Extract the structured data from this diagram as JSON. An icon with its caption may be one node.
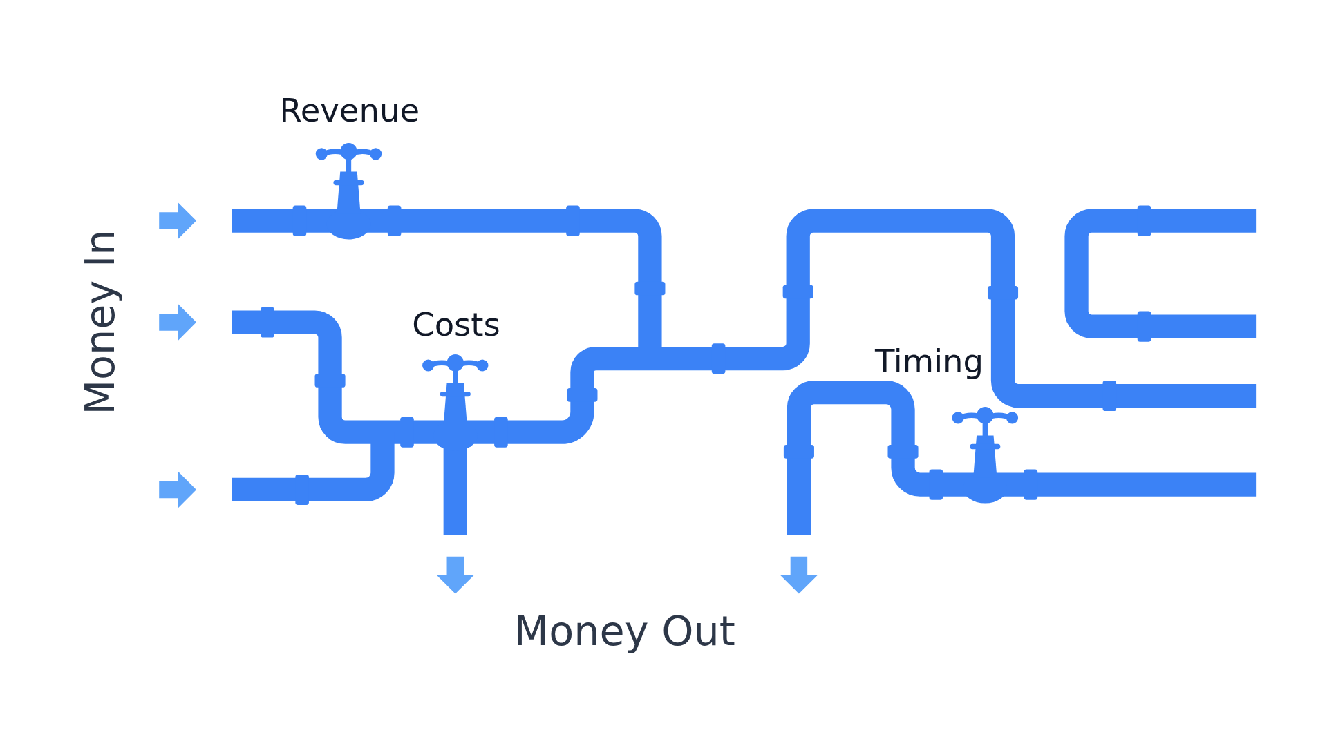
{
  "diagram": {
    "labels": [
      "Revenue",
      "Money In",
      "Costs",
      "Timing",
      "Money Out"
    ]
  }
}
